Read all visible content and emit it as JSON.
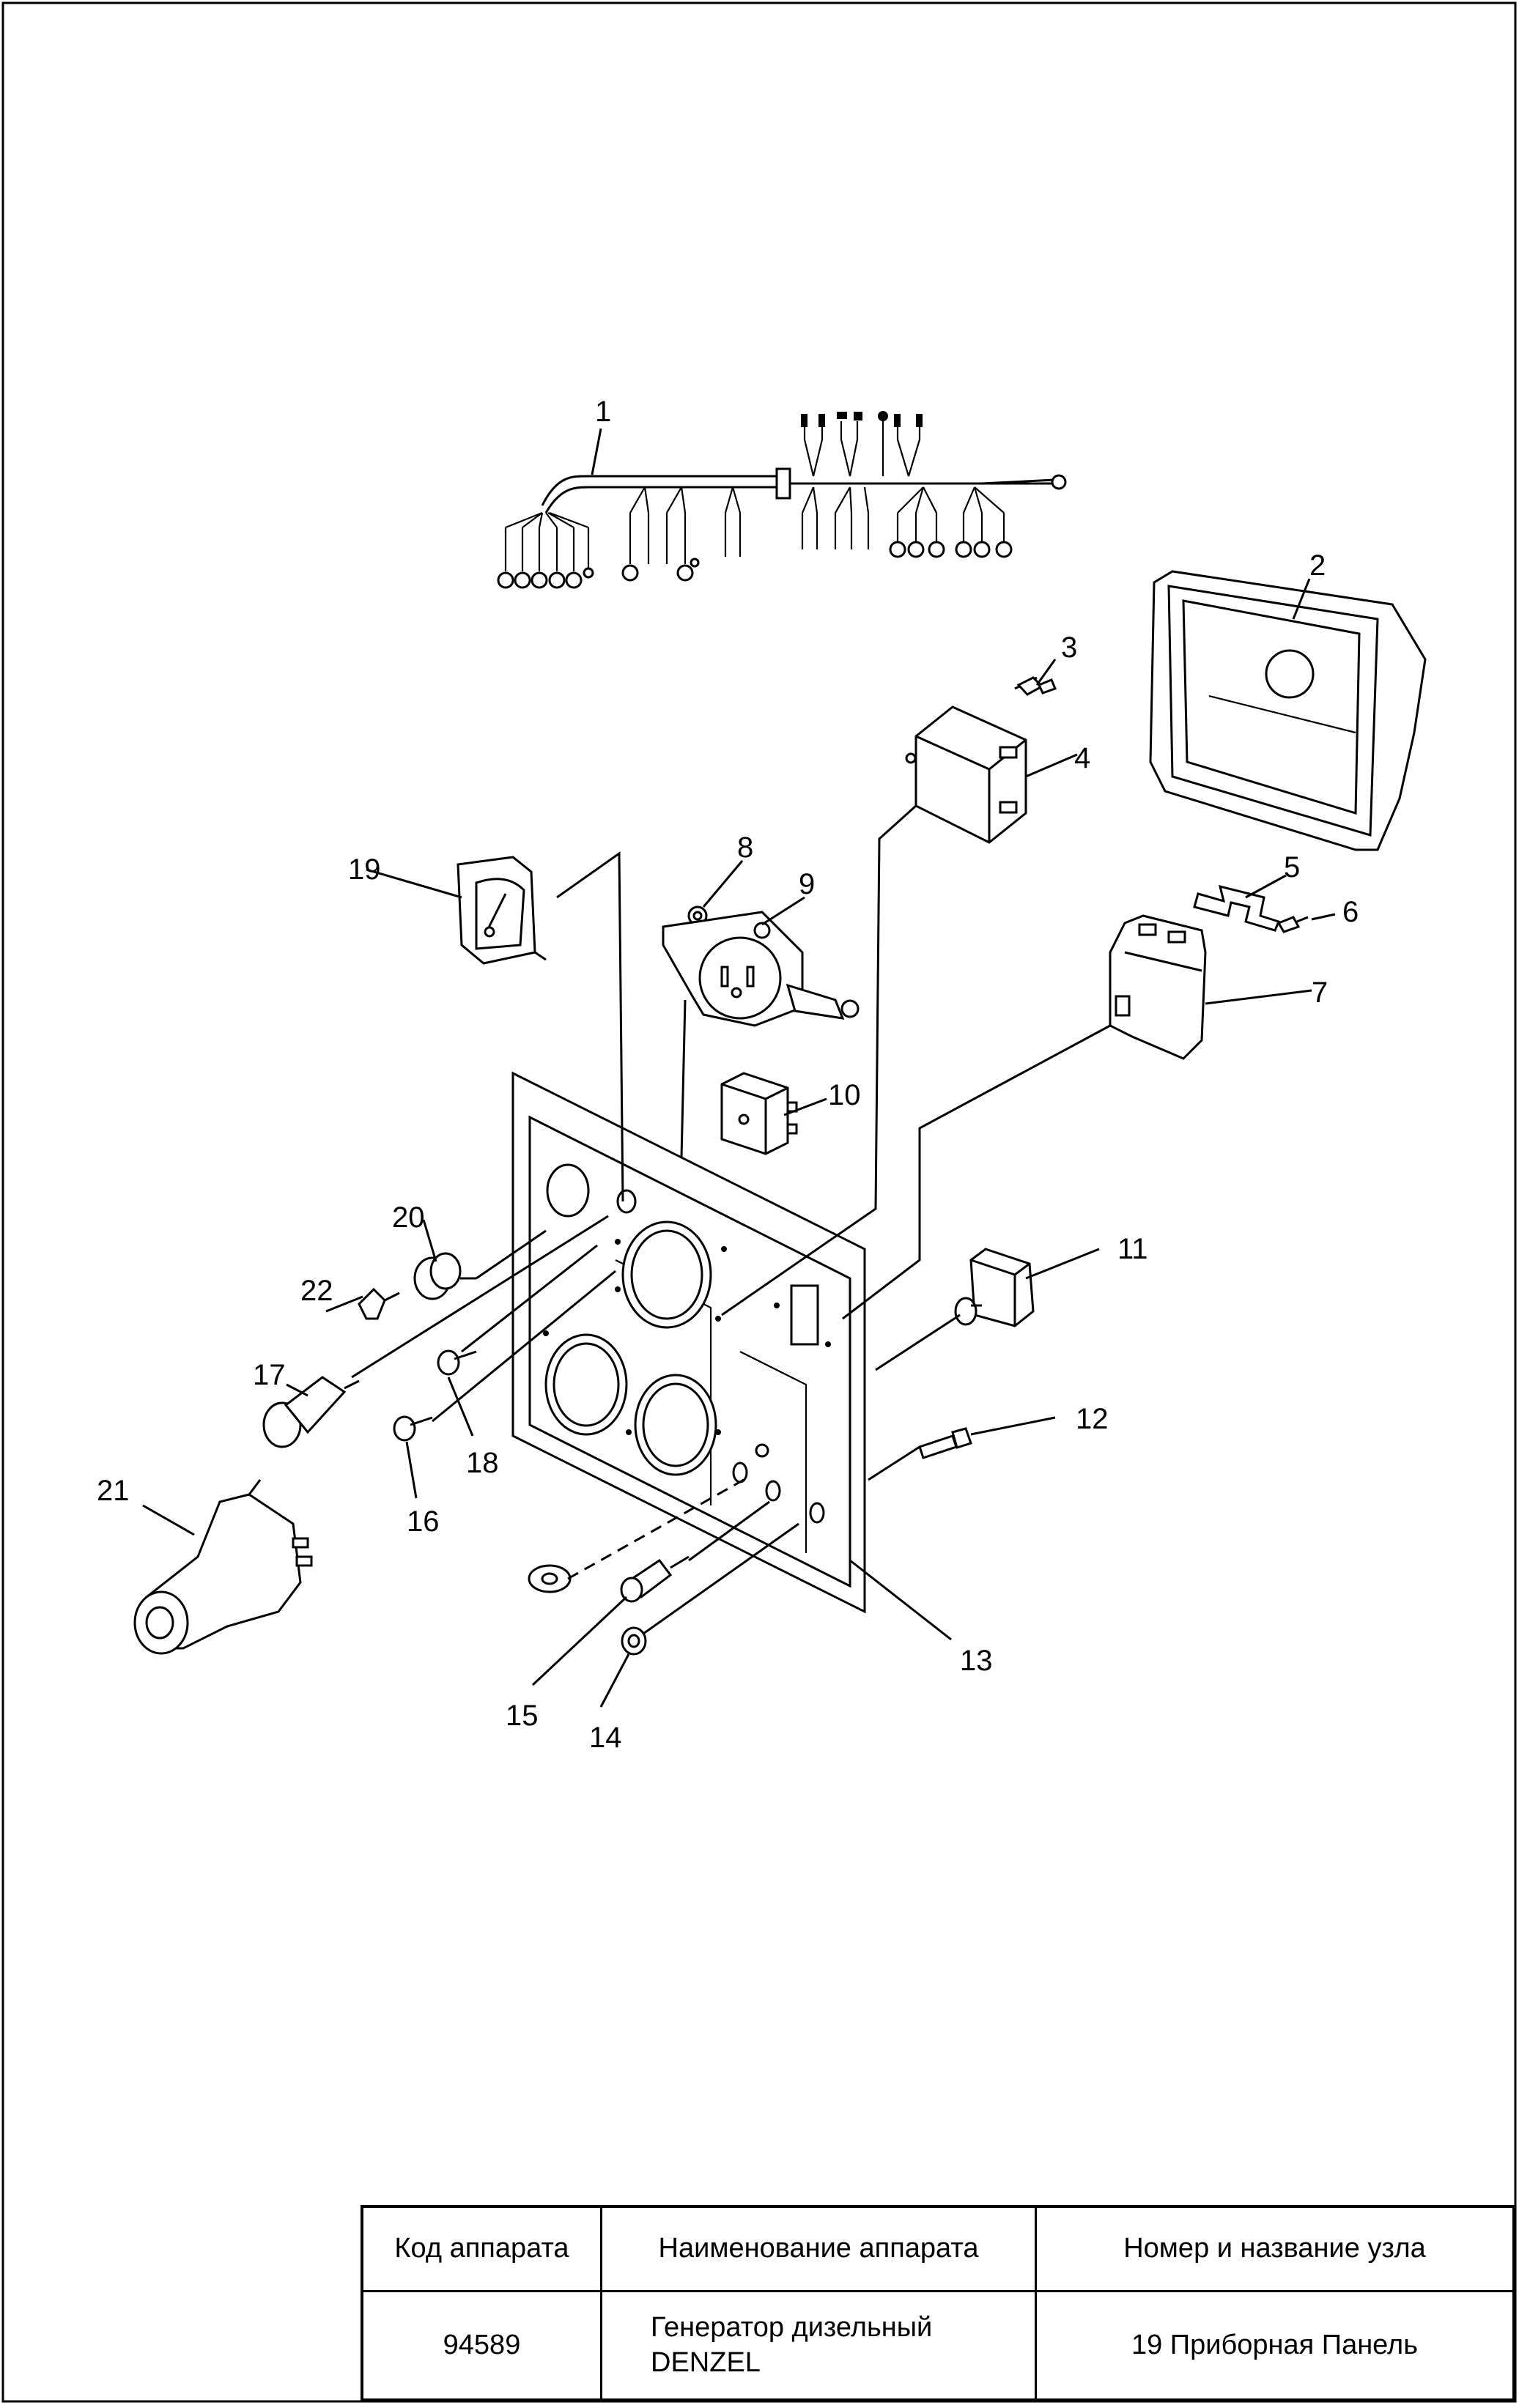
{
  "callouts": [
    "1",
    "2",
    "3",
    "4",
    "5",
    "6",
    "7",
    "8",
    "9",
    "10",
    "11",
    "12",
    "13",
    "14",
    "15",
    "16",
    "17",
    "18",
    "19",
    "20",
    "21",
    "22"
  ],
  "title_block": {
    "headers": [
      "Код аппарата",
      "Наименование аппарата",
      "Номер и название узла"
    ],
    "code": "94589",
    "name_line1": "Генератор дизельный",
    "name_line2": "DENZEL",
    "assembly": "19 Приборная Панель"
  }
}
